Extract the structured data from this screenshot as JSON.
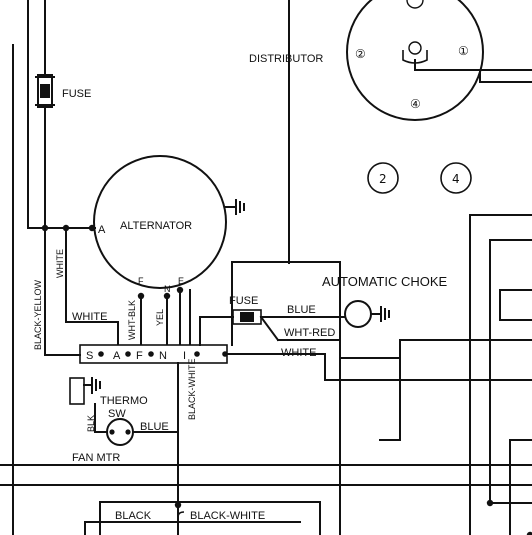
{
  "labels": {
    "fuse_top": "FUSE",
    "alternator": "ALTERNATOR",
    "alt_terminal_a": "A",
    "alt_terminal_f": "F",
    "alt_terminal_n": "N",
    "alt_terminal_e": "E",
    "distributor": "DISTRIBUTOR",
    "dist_pos_1": "①",
    "dist_pos_2": "②",
    "dist_pos_4": "④",
    "circle_2": "2",
    "circle_4": "4",
    "automatic_choke": "AUTOMATIC CHOKE",
    "fuse_choke": "FUSE",
    "blue_choke": "BLUE",
    "wht_red": "WHT-RED",
    "white_reg": "WHITE",
    "black_yellow": "BLACK-YELLOW",
    "white_vertical": "WHITE",
    "white_horizontal": "WHITE",
    "wht_blk": "WHT-BLK",
    "yel": "YEL",
    "reg_s": "S",
    "reg_a": "A",
    "reg_f": "F",
    "reg_n": "N",
    "reg_i": "I",
    "black_white_vertical": "BLACK-WHITE",
    "thermo": "THERMO",
    "sw": "SW",
    "blk": "BLK",
    "blue_fan": "BLUE",
    "fan_mtr": "FAN MTR",
    "black_bottom": "BLACK",
    "black_white_bottom": "BLACK-WHITE"
  }
}
